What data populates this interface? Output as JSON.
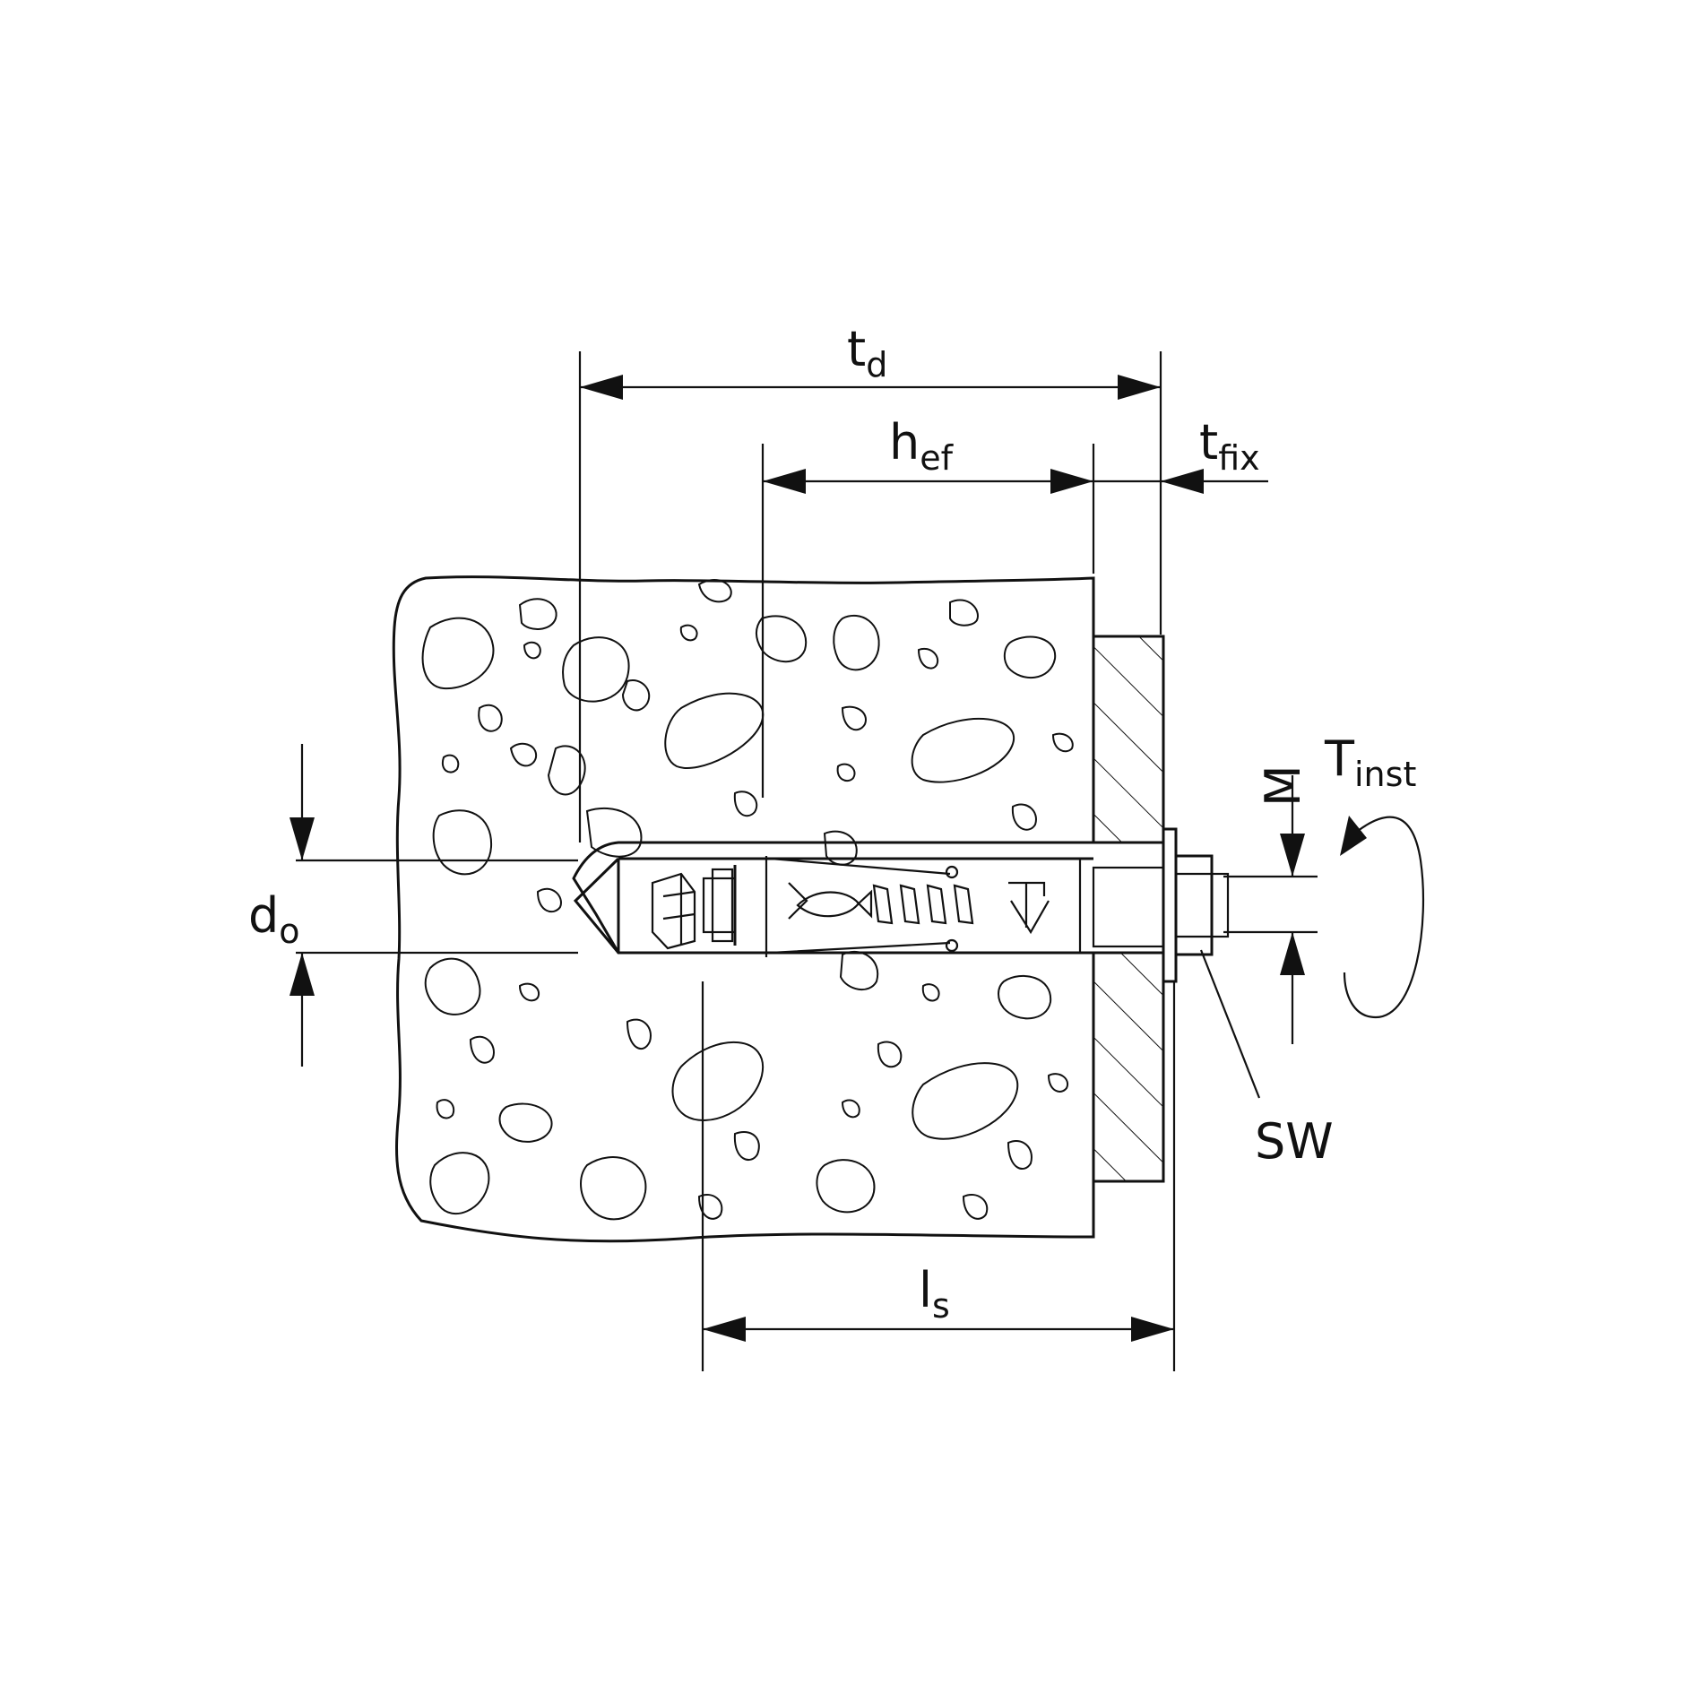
{
  "labels": {
    "t_d": {
      "base": "t",
      "sub": "d"
    },
    "h_ef": {
      "base": "h",
      "sub": "ef"
    },
    "t_fix": {
      "base": "t",
      "sub": "fix"
    },
    "T_inst": {
      "base": "T",
      "sub": "inst"
    },
    "M": "M",
    "d_o": {
      "base": "d",
      "sub": "o"
    },
    "SW": "SW",
    "l_s": {
      "base": "l",
      "sub": "s"
    }
  }
}
